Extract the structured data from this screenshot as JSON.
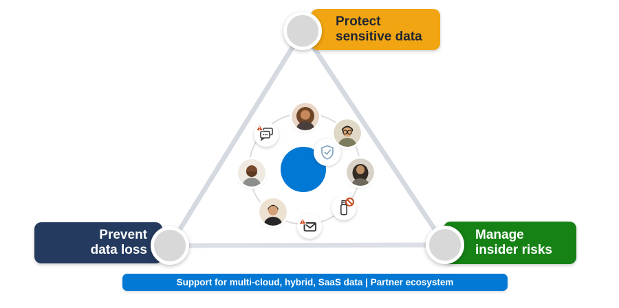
{
  "diagram": {
    "pillars": {
      "protect": {
        "label": "Protect\nsensitive data",
        "color": "#F2A512",
        "text_color": "#1F2633"
      },
      "prevent": {
        "label": "Prevent\ndata loss",
        "color": "#243A5E",
        "text_color": "#FFFFFF"
      },
      "manage": {
        "label": "Manage\ninsider risks",
        "color": "#168216",
        "text_color": "#FFFFFF"
      }
    },
    "footer": {
      "label": "Support for multi-cloud, hybrid, SaaS data | Partner ecosystem",
      "color": "#0078D4"
    },
    "triangle": {
      "line_color": "#D5DAE1",
      "node_color": "#D8D8D8"
    },
    "hub": {
      "core_color": "#0078D4",
      "badge_icon": "shield-check-icon",
      "warning_color": "#D3471F",
      "ring_items": [
        {
          "name": "avatar-woman",
          "type": "avatar",
          "position": "top"
        },
        {
          "name": "avatar-man-glasses",
          "type": "avatar",
          "position": "top-right"
        },
        {
          "name": "avatar-man-beard",
          "type": "avatar",
          "position": "right"
        },
        {
          "name": "usb-blocked-icon",
          "type": "icon",
          "position": "bottom-right"
        },
        {
          "name": "email-warning-icon",
          "type": "icon",
          "position": "bottom"
        },
        {
          "name": "avatar-man-dark-shirt",
          "type": "avatar",
          "position": "bottom-left"
        },
        {
          "name": "avatar-man-bald",
          "type": "avatar",
          "position": "left"
        },
        {
          "name": "chat-warning-icon",
          "type": "icon",
          "position": "top-left"
        }
      ]
    }
  }
}
